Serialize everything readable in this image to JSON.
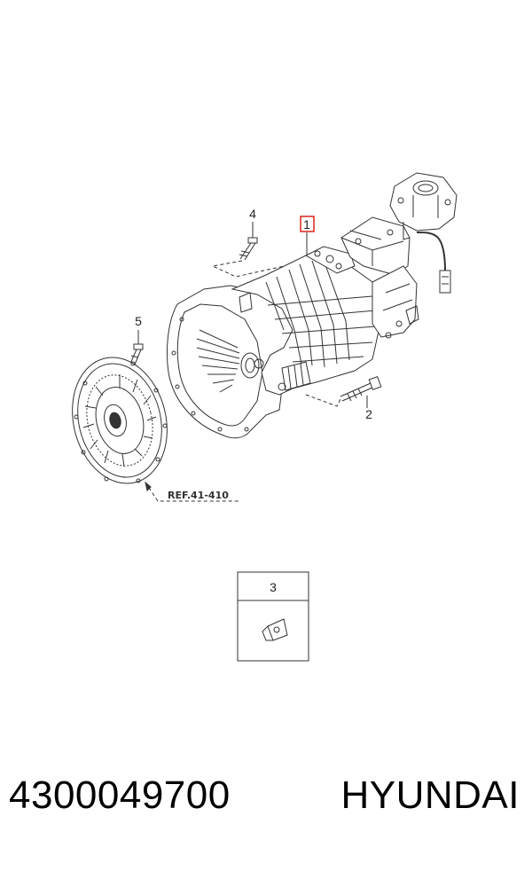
{
  "diagram": {
    "callouts": {
      "c1": "1",
      "c2": "2",
      "c3": "3",
      "c4": "4",
      "c5": "5"
    },
    "reference": "REF.41-410",
    "highlight_color": "#d9261c",
    "line_color": "#333333"
  },
  "footer": {
    "part_number": "4300049700",
    "brand": "HYUNDAI"
  }
}
